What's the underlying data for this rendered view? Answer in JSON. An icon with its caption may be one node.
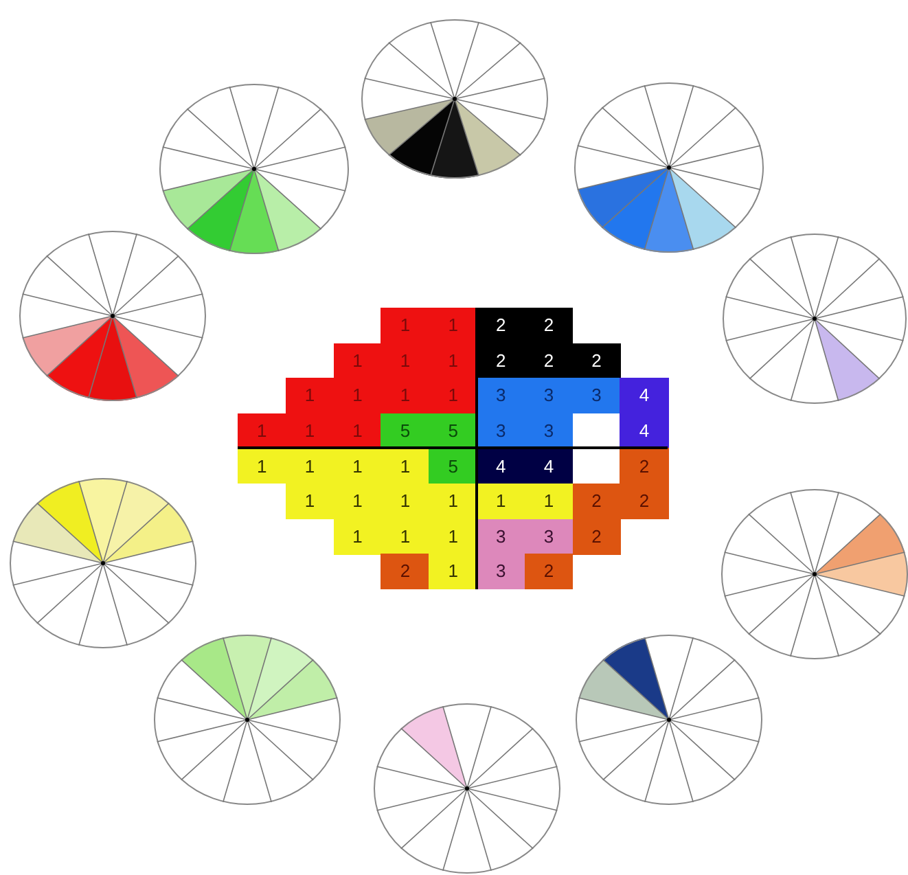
{
  "diagram": {
    "labels": [
      "1",
      "1",
      "2",
      "2",
      "1",
      "1",
      "1",
      "2",
      "2",
      "2",
      "1",
      "1",
      "1",
      "1",
      "3",
      "3",
      "3",
      "4",
      "1",
      "1",
      "1",
      "5",
      "5",
      "3",
      "3",
      "4",
      "1",
      "1",
      "1",
      "1",
      "5",
      "4",
      "4",
      "2",
      "1",
      "1",
      "1",
      "1",
      "1",
      "1",
      "2",
      "2",
      "1",
      "1",
      "1",
      "3",
      "3",
      "2",
      "2",
      "1",
      "3",
      "2"
    ]
  }
}
